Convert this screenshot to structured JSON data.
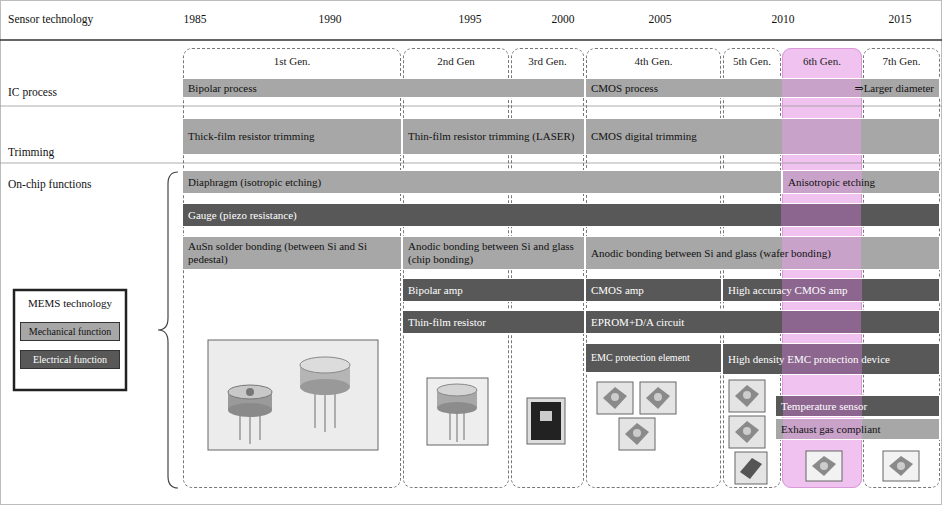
{
  "diagram": {
    "nodes": [
      {
        "text": [
          "1st Gen."
        ]
      },
      {
        "text": [
          "2nd Gen"
        ]
      },
      {
        "text": [
          "3rd Gen."
        ]
      },
      {
        "text": [
          "4th Gen."
        ]
      },
      {
        "text": [
          "5th Gen."
        ]
      },
      {
        "text": [
          "6th Gen."
        ]
      },
      {
        "text": [
          "7th Gen."
        ]
      },
      {
        "text": [
          "Bipolar process"
        ]
      },
      {
        "text": [
          "CMOS process",
          "⇒Larger diameter"
        ]
      },
      {
        "text": [
          "Thick-film resistor trimming"
        ]
      },
      {
        "text": [
          "Thin-film resistor trimming (LASER)"
        ]
      },
      {
        "text": [
          "CMOS digital trimming"
        ]
      },
      {
        "text": [
          "Diaphragm (isotropic etching)"
        ]
      },
      {
        "text": [
          "Anisotropic etching"
        ]
      },
      {
        "text": [
          "Gauge (piezo resistance)"
        ]
      },
      {
        "text": [
          "AuSn solder bonding (between Si and Si pedestal)"
        ]
      },
      {
        "text": [
          "Anodic bonding between Si and glass (chip bonding)"
        ]
      },
      {
        "text": [
          "Anodic bonding between Si and glass (wafer bonding)"
        ]
      },
      {
        "text": [
          "Bipolar amp"
        ]
      },
      {
        "text": [
          "CMOS amp"
        ]
      },
      {
        "text": [
          "High accuracy CMOS amp"
        ]
      },
      {
        "text": [
          "Thin-film resistor"
        ]
      },
      {
        "text": [
          "EPROM+D/A circuit"
        ]
      },
      {
        "text": [
          "EMC protection element"
        ]
      },
      {
        "text": [
          "High density EMC protection device"
        ]
      },
      {
        "text": [
          "Temperature sensor"
        ]
      },
      {
        "text": [
          "Exhaust gas compliant"
        ]
      }
    ],
    "labels": [
      "Sensor technology",
      "1985",
      "1990",
      "1995",
      "2000",
      "2005",
      "2010",
      "2015",
      "IC process",
      "Trimming",
      "On-chip functions",
      "MEMS technology"
    ],
    "legend": [
      {
        "text": "Mechanical function",
        "color": "#a7a7a7"
      },
      {
        "text": "Electrical function",
        "color": "#585858"
      }
    ]
  }
}
